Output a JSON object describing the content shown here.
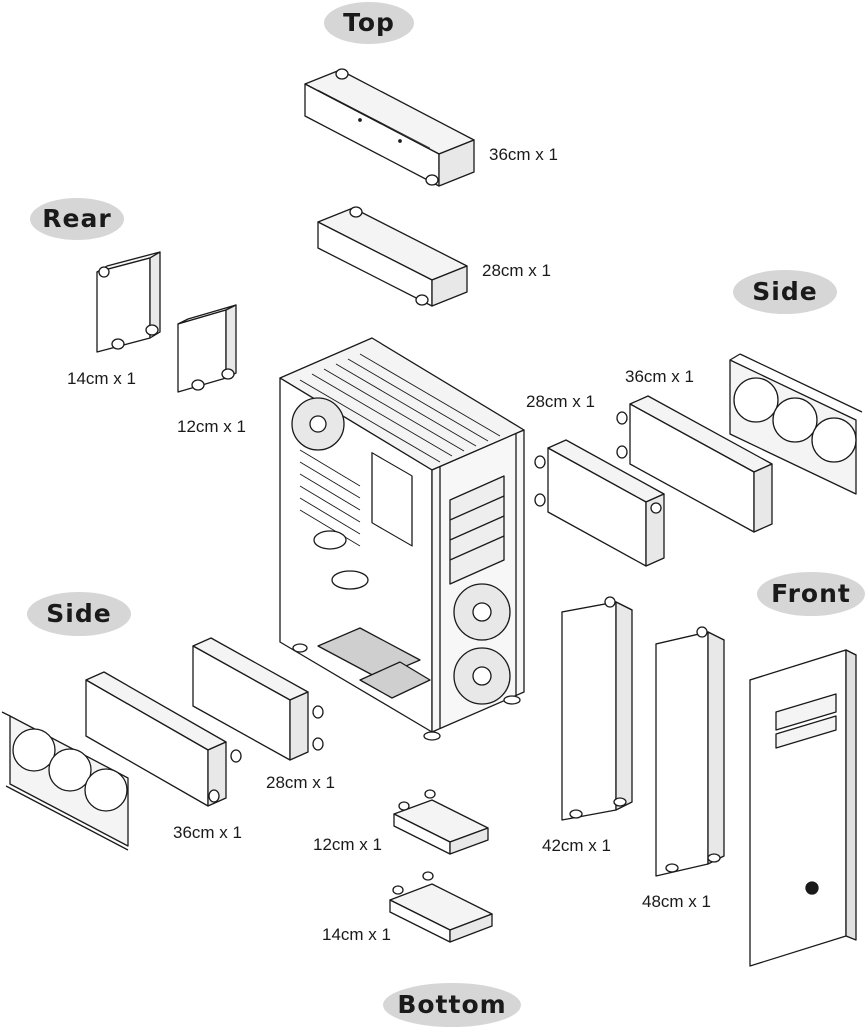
{
  "positions": {
    "top": "Top",
    "rear": "Rear",
    "side_right": "Side",
    "side_left": "Side",
    "front": "Front",
    "bottom": "Bottom"
  },
  "radiators": {
    "top_36": "36cm x 1",
    "top_28": "28cm x 1",
    "rear_14": "14cm x 1",
    "rear_12": "12cm x 1",
    "side_right_28": "28cm x 1",
    "side_right_36": "36cm x 1",
    "side_left_28": "28cm x 1",
    "side_left_36": "36cm x 1",
    "bottom_12": "12cm x 1",
    "bottom_14": "14cm x 1",
    "front_42": "42cm x 1",
    "front_48": "48cm x 1"
  },
  "colors": {
    "label_bubble": "#d6d6d6",
    "line": "#1a1a1a",
    "face": "#f4f4f4",
    "shade": "#e0e0e0"
  }
}
